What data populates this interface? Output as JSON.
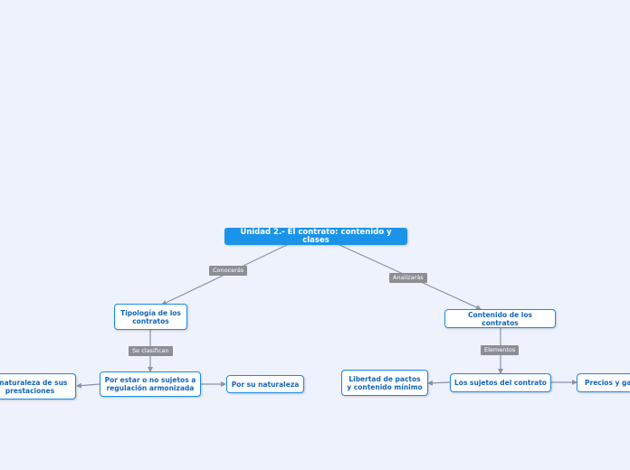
{
  "colors": {
    "background": "#eef2fc",
    "root_fill": "#1b93e8",
    "node_border": "#1a8ce6",
    "node_text": "#1565b8",
    "link": "#8a94a6",
    "label_fill": "#8b8f94"
  },
  "root": {
    "label": "Unidad 2.- El contrato: contenido y clases"
  },
  "links": {
    "conoceras": "Conocerás",
    "analizaras": "Analizarás",
    "se_clasifican": "Se clasifican",
    "elementos": "Elementos"
  },
  "nodes": {
    "tipologia": "Tipología de los\ncontratos",
    "por_estar": "Por estar o no sujetos a\nregulación armonizada",
    "naturaleza_prestaciones": "a naturaleza de sus\nprestaciones",
    "por_su_naturaleza": "Por su naturaleza",
    "contenido": "Contenido de los contratos",
    "sujetos": "Los sujetos del contrato",
    "libertad": "Libertad de pactos\ny contenido mínimo",
    "precios": "Precios y gar"
  }
}
